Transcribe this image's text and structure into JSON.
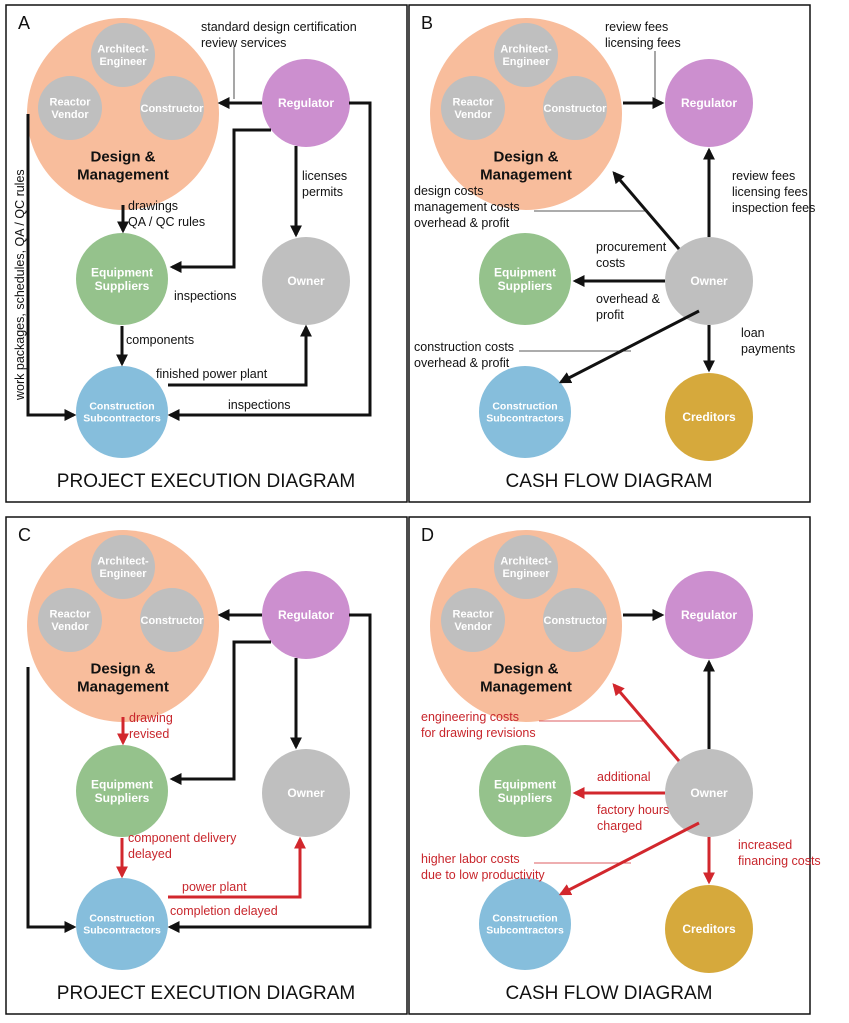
{
  "nodes": {
    "architect_engineer": [
      "Architect-",
      "Engineer"
    ],
    "reactor_vendor": [
      "Reactor",
      "Vendor"
    ],
    "constructor": "Constructor",
    "design_management": [
      "Design &",
      "Management"
    ],
    "regulator": "Regulator",
    "equipment_suppliers": [
      "Equipment",
      "Suppliers"
    ],
    "owner": "Owner",
    "construction_subcontractors": [
      "Construction",
      "Subcontractors"
    ],
    "creditors": "Creditors"
  },
  "colors": {
    "design_management": "#f8bd9c",
    "inner_circle": "#bfbfbf",
    "regulator": "#cc8fcf",
    "equipment_suppliers": "#95c28c",
    "owner": "#bfbfbf",
    "construction_subcontractors": "#86bedc",
    "creditors": "#d6a93c",
    "normal_arrow": "#111111",
    "impact_arrow": "#d2272d"
  },
  "panels": {
    "A": {
      "letter": "A",
      "caption": "PROJECT EXECUTION DIAGRAM",
      "labels": {
        "cert_1": "standard design certification",
        "cert_2": "review services",
        "licenses": "licenses",
        "permits": "permits",
        "drawings": "drawings",
        "qaqc": "QA / QC rules",
        "inspections_es": "inspections",
        "components": "components",
        "finished": "finished power plant",
        "inspections_cs": "inspections",
        "side": "work packages, schedules, QA / QC rules"
      }
    },
    "B": {
      "letter": "B",
      "caption": "CASH FLOW DIAGRAM",
      "labels": {
        "top_1": "review fees",
        "top_2": "licensing fees",
        "reg_1": "review fees",
        "reg_2": "licensing fees",
        "reg_3": "inspection fees",
        "dm_1": "design costs",
        "dm_2": "management costs",
        "dm_3": "overhead & profit",
        "proc_1": "procurement",
        "proc_2": "costs",
        "oh_1": "overhead &",
        "oh_2": "profit",
        "cc_1": "construction costs",
        "cc_2": "overhead & profit",
        "loan_1": "loan",
        "loan_2": "payments"
      }
    },
    "C": {
      "letter": "C",
      "caption": "PROJECT EXECUTION DIAGRAM",
      "labels": {
        "dr_1": "drawing",
        "dr_2": "revised",
        "cd_1": "component delivery",
        "cd_2": "delayed",
        "pp_1": "power plant",
        "pp_2": "completion delayed"
      }
    },
    "D": {
      "letter": "D",
      "caption": "CASH FLOW DIAGRAM",
      "labels": {
        "eng_1": "engineering costs",
        "eng_2": "for drawing revisions",
        "add": "additional",
        "fh_1": "factory hours",
        "fh_2": "charged",
        "hl_1": "higher labor costs",
        "hl_2": "due to low productivity",
        "inc_1": "increased",
        "inc_2": "financing costs"
      }
    }
  }
}
